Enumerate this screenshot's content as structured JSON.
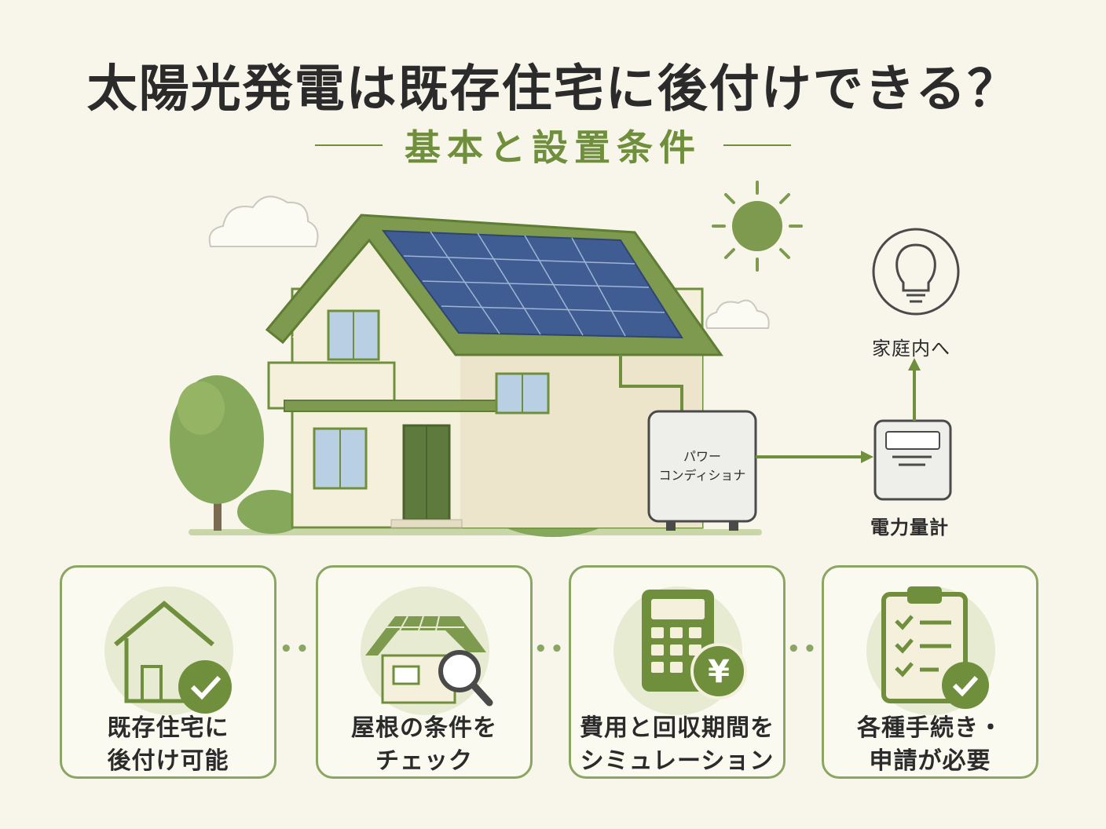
{
  "header": {
    "title": "太陽光発電は既存住宅に後付けできる？",
    "subtitle": "基本と設置条件"
  },
  "diagram": {
    "power_conditioner_label_line1": "パワー",
    "power_conditioner_label_line2": "コンディショナ",
    "meter_label": "電力量計",
    "home_label": "家庭内へ"
  },
  "cards": [
    {
      "icon": "house-check-icon",
      "line1": "既存住宅に",
      "line2": "後付け可能"
    },
    {
      "icon": "roof-magnifier-icon",
      "line1": "屋根の条件を",
      "line2": "チェック"
    },
    {
      "icon": "calculator-yen-icon",
      "line1": "費用と回収期間を",
      "line2": "シミュレーション"
    },
    {
      "icon": "clipboard-check-icon",
      "line1": "各種手続き・",
      "line2": "申請が必要"
    }
  ],
  "colors": {
    "background": "#f8f6ea",
    "accent_green": "#6f8f3c",
    "roof_green": "#7d9a4e",
    "panel_blue": "#3f5d93",
    "text": "#2b2b2b"
  }
}
